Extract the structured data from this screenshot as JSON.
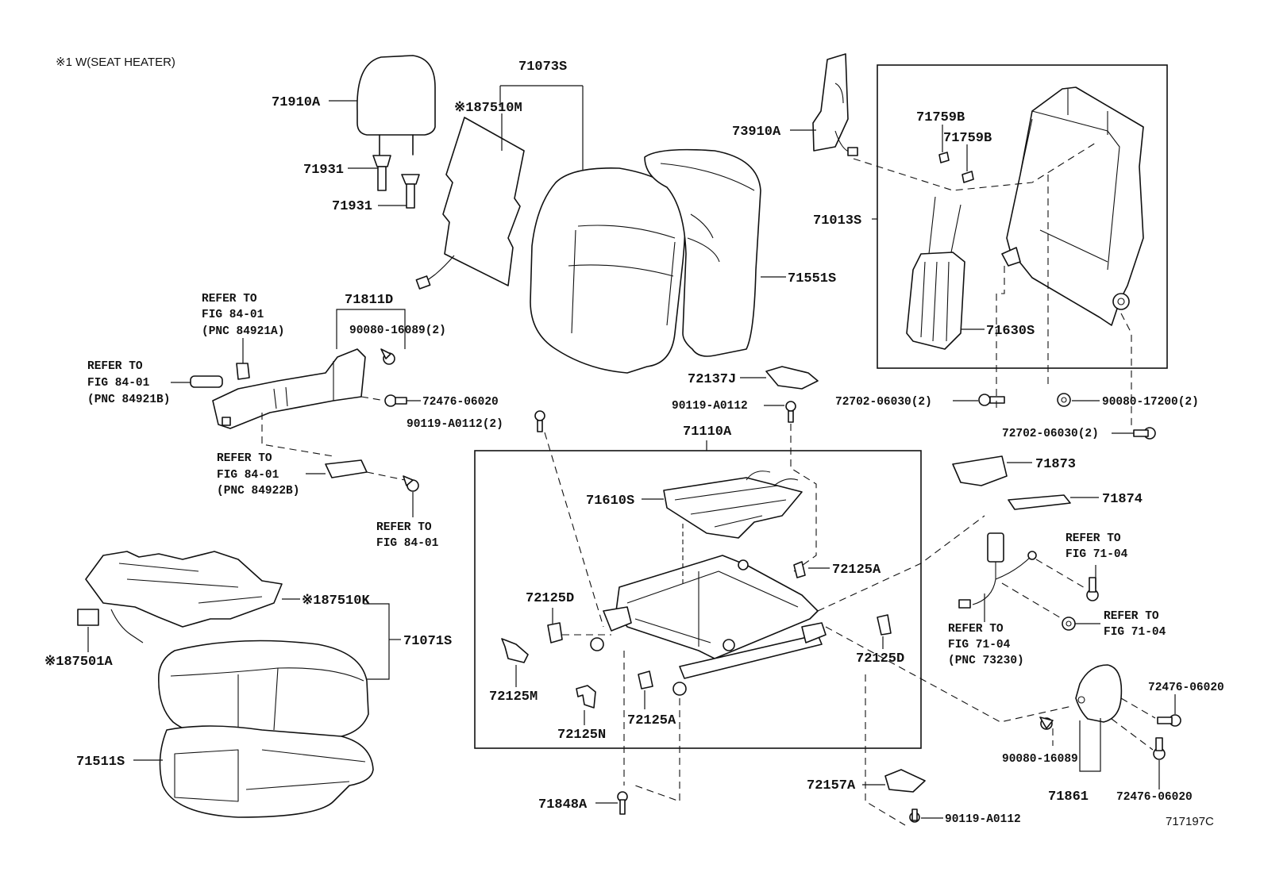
{
  "note": "※1 W(SEAT HEATER)",
  "figure_code": "717197C",
  "labels": {
    "p71910A": "71910A",
    "p71931a": "71931",
    "p71931b": "71931",
    "p87510M": "※187510M",
    "p71073S": "71073S",
    "p73910A": "73910A",
    "p71759Ba": "71759B",
    "p71759Bb": "71759B",
    "p71013S": "71013S",
    "p71551S": "71551S",
    "p71630S": "71630S",
    "p71811D": "71811D",
    "p90080_16089_2": "90080-16089(2)",
    "p72476_06020_a": "72476-06020",
    "p90119_A0112_2": "90119-A0112(2)",
    "p72137J": "72137J",
    "p90119_A0112_a": "90119-A0112",
    "p71110A": "71110A",
    "p72702_06030_2a": "72702-06030(2)",
    "p90080_17200_2": "90080-17200(2)",
    "p72702_06030_2b": "72702-06030(2)",
    "p71873": "71873",
    "p71874": "71874",
    "p71610S": "71610S",
    "p72125A_a": "72125A",
    "p72125D_a": "72125D",
    "p72125D_b": "72125D",
    "p72125M": "72125M",
    "p72125N": "72125N",
    "p72125A_b": "72125A",
    "p87510K": "※187510K",
    "p71071S": "71071S",
    "p87501A": "※187501A",
    "p71511S": "71511S",
    "p71848A": "71848A",
    "p72157A": "72157A",
    "p90119_A0112_b": "90119-A0112",
    "p72476_06020_b": "72476-06020",
    "p90080_16089": "90080-16089",
    "p72476_06020_c": "72476-06020",
    "p71861": "71861"
  },
  "refs": {
    "r1": [
      "REFER TO",
      "FIG 84-01",
      "(PNC 84921A)"
    ],
    "r2": [
      "REFER TO",
      "FIG 84-01",
      "(PNC 84921B)"
    ],
    "r3": [
      "REFER TO",
      "FIG 84-01",
      "(PNC 84922B)"
    ],
    "r4": [
      "REFER TO",
      "FIG 84-01"
    ],
    "r5": [
      "REFER TO",
      "FIG 71-04"
    ],
    "r6": [
      "REFER TO",
      "FIG 71-04"
    ],
    "r7": [
      "REFER TO",
      "FIG 71-04",
      "(PNC 73230)"
    ]
  }
}
